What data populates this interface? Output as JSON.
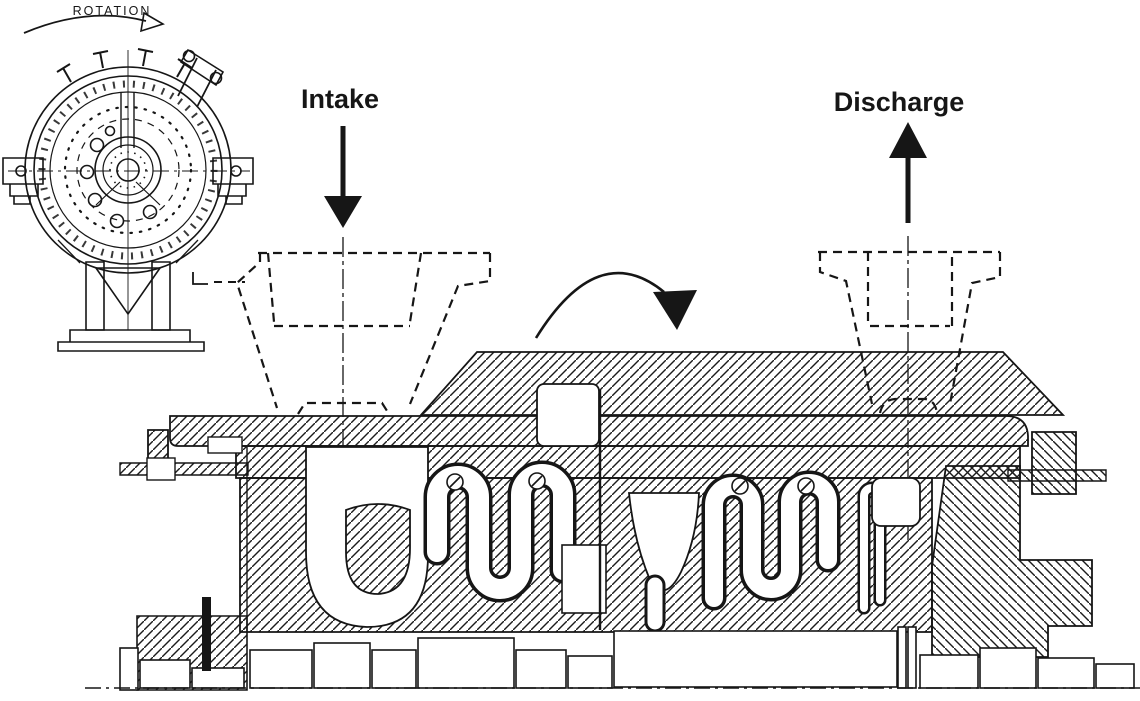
{
  "figure": {
    "type": "pump-cross-section-diagram",
    "labels": {
      "rotation": "ROTATION",
      "intake": "Intake",
      "discharge": "Discharge"
    },
    "colors": {
      "ink": "#161616",
      "paper": "#ffffff"
    }
  }
}
